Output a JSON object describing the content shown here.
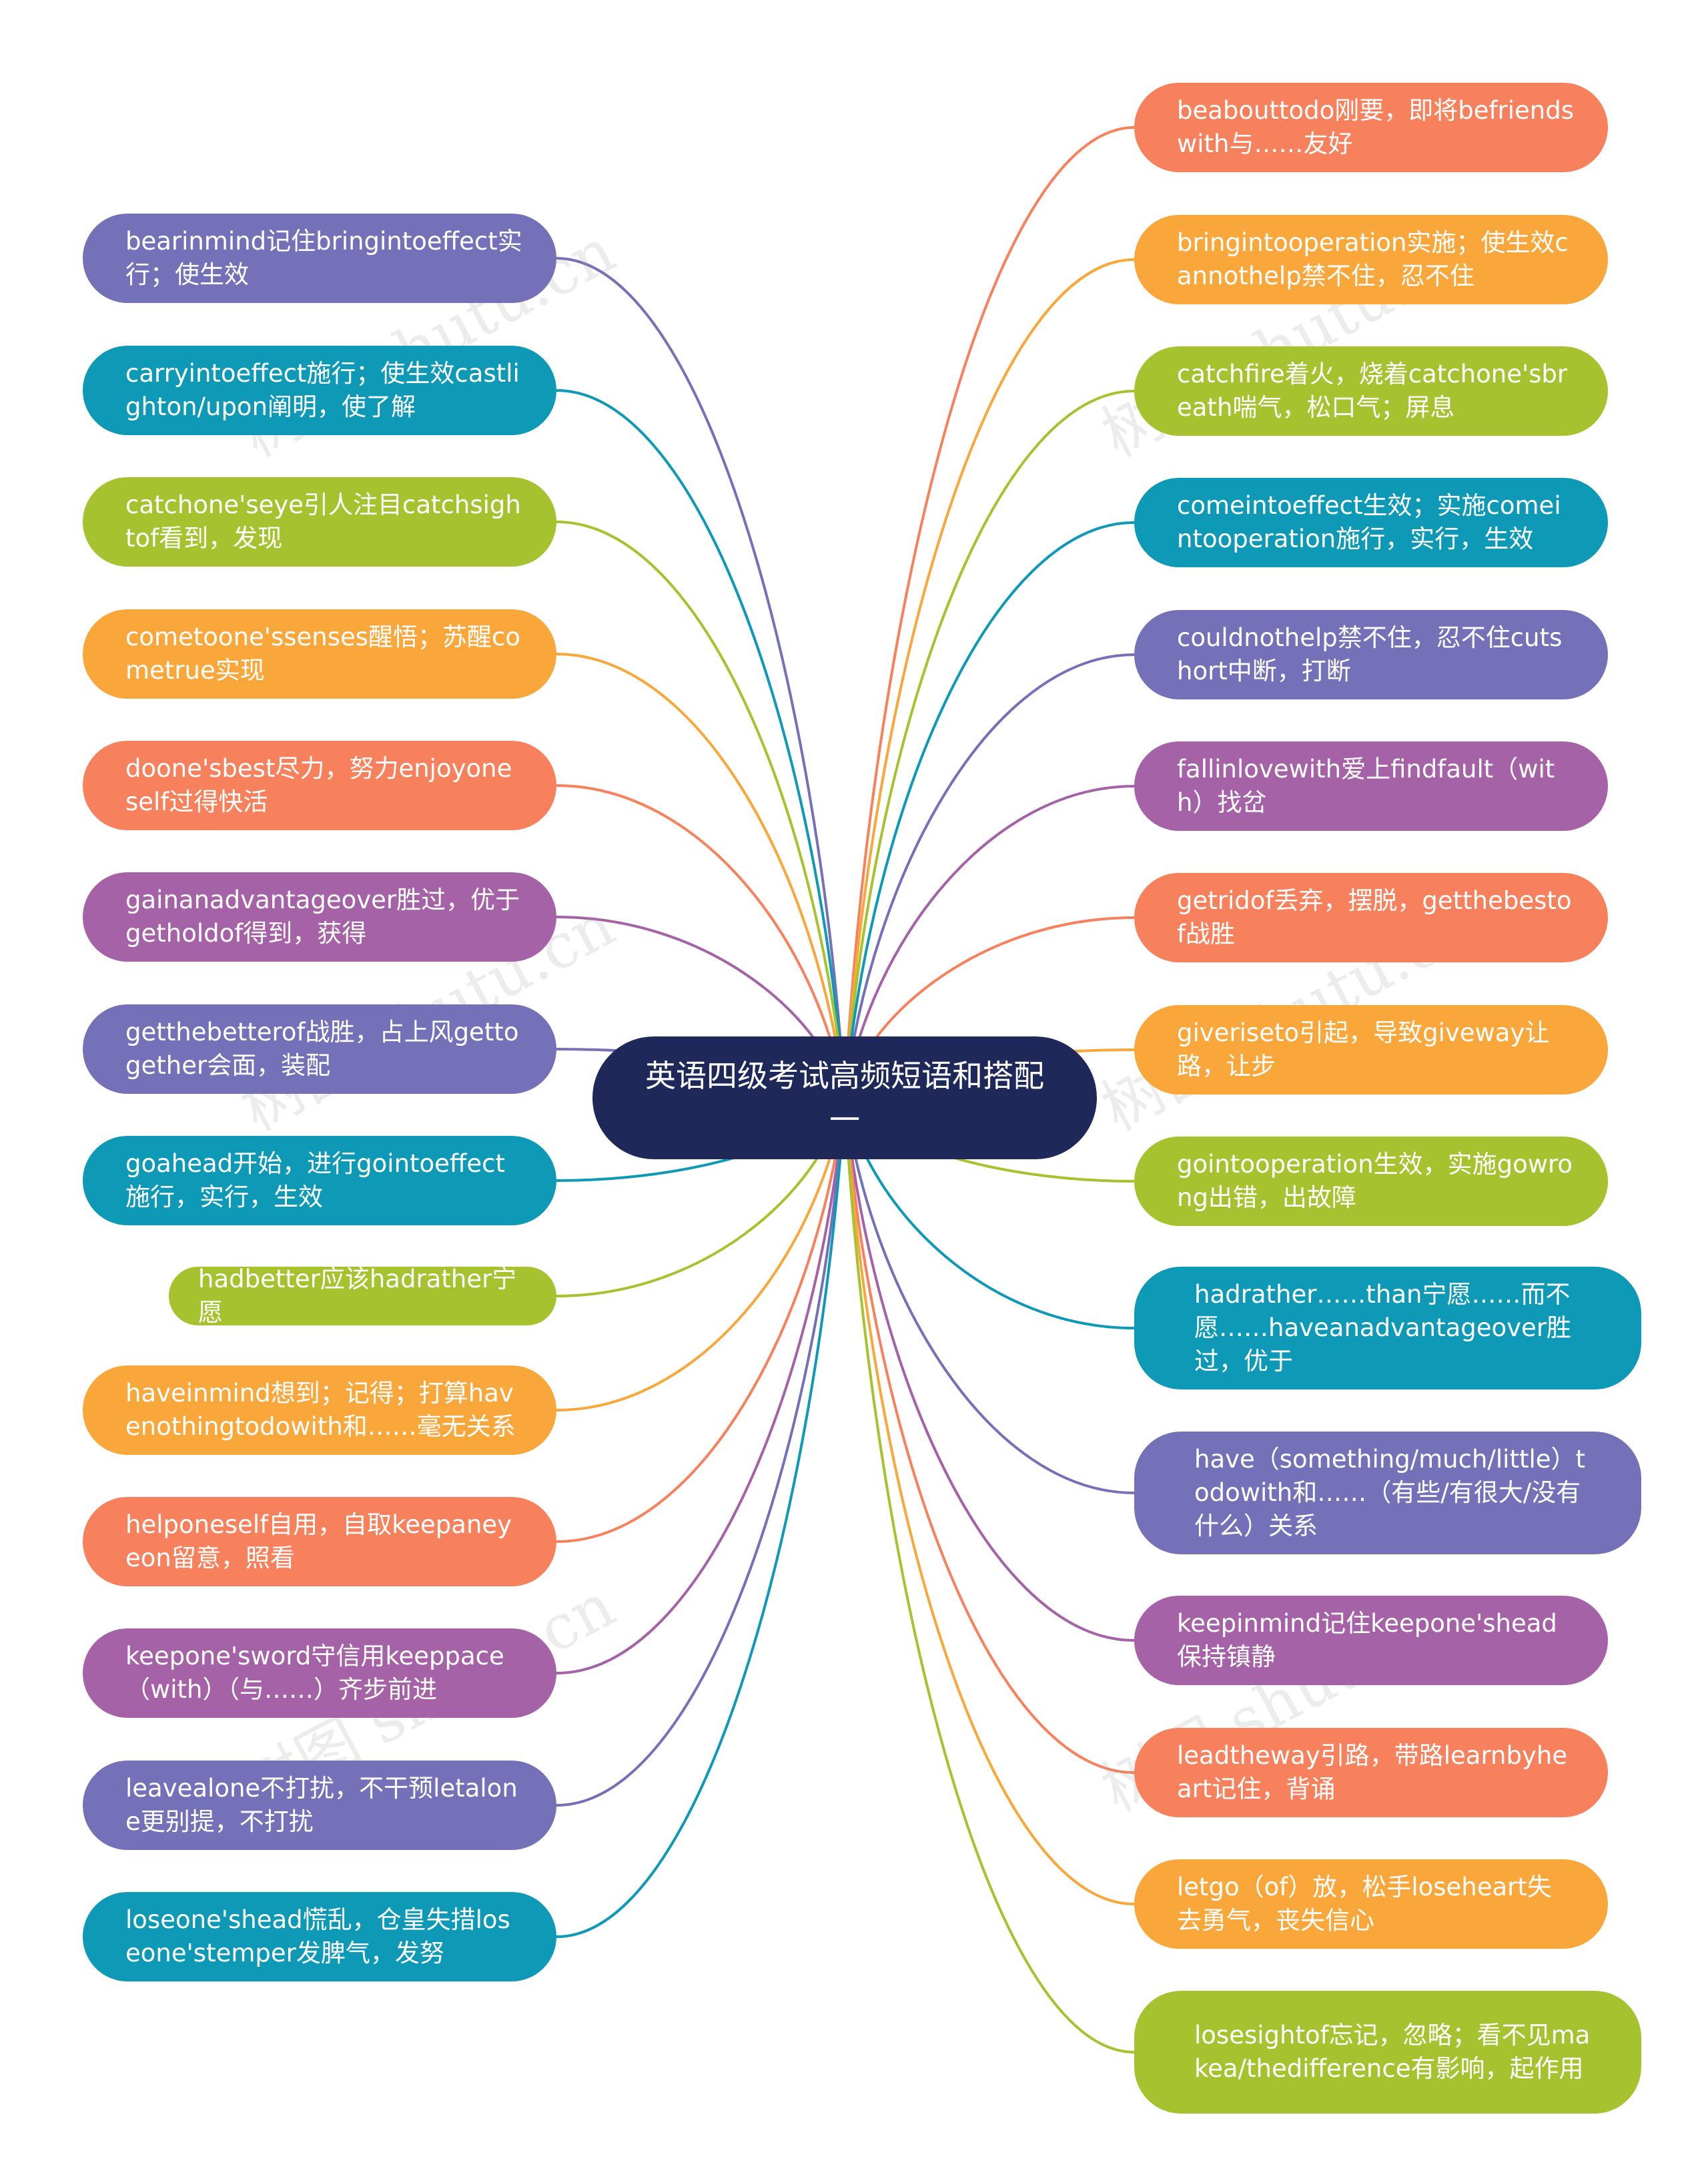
{
  "title": "英语四级考试高频短语和搭配一",
  "colors": {
    "root": "#1e2859",
    "purple": "#7471b9",
    "teal": "#0e9ab6",
    "lime": "#a7c22f",
    "orange": "#f9a73b",
    "coral": "#f6815c",
    "violet": "#a562a7"
  },
  "watermark": "树图 shutu.cn",
  "left_nodes": [
    {
      "text": "bearinmind记住bringintoeffect实行；使生效",
      "color": "purple"
    },
    {
      "text": "carryintoeffect施行；使生效castlighton/upon阐明，使了解",
      "color": "teal"
    },
    {
      "text": "catchone'seye引人注目catchsightof看到，发现",
      "color": "lime"
    },
    {
      "text": "cometoone'ssenses醒悟；苏醒cometrue实现",
      "color": "orange"
    },
    {
      "text": "doone'sbest尽力，努力enjoyoneself过得快活",
      "color": "coral"
    },
    {
      "text": "gainanadvantageover胜过，优于getholdof得到，获得",
      "color": "violet"
    },
    {
      "text": "getthebetterof战胜，占上风gettogether会面，装配",
      "color": "purple"
    },
    {
      "text": "goahead开始，进行gointoeffect施行，实行，生效",
      "color": "teal"
    },
    {
      "text": "hadbetter应该hadrather宁愿",
      "color": "lime"
    },
    {
      "text": "haveinmind想到；记得；打算havenothingtodowith和……毫无关系",
      "color": "orange"
    },
    {
      "text": "helponeself自用，自取keepaneyeon留意，照看",
      "color": "coral"
    },
    {
      "text": "keepone'sword守信用keeppace（with）（与……）齐步前进",
      "color": "violet"
    },
    {
      "text": "leavealone不打扰，不干预letalone更别提，不打扰",
      "color": "purple"
    },
    {
      "text": "loseone'shead慌乱，仓皇失措loseone'stemper发脾气，发努",
      "color": "teal"
    }
  ],
  "right_nodes": [
    {
      "text": "beabouttodo刚要，即将befriendswith与……友好",
      "color": "coral"
    },
    {
      "text": "bringintooperation实施；使生效cannothelp禁不住，忍不住",
      "color": "orange"
    },
    {
      "text": "catchfire着火，烧着catchone'sbreath喘气，松口气；屏息",
      "color": "lime"
    },
    {
      "text": "comeintoeffect生效；实施comeintooperation施行，实行，生效",
      "color": "teal"
    },
    {
      "text": "couldnothelp禁不住，忍不住cutshort中断，打断",
      "color": "purple"
    },
    {
      "text": "fallinlovewith爱上findfault（with）找岔",
      "color": "violet"
    },
    {
      "text": "getridof丢弃，摆脱，getthebestof战胜",
      "color": "coral"
    },
    {
      "text": "giveriseto引起，导致giveway让路，让步",
      "color": "orange"
    },
    {
      "text": "gointooperation生效，实施gowrong出错，出故障",
      "color": "lime"
    },
    {
      "text": "hadrather……than宁愿……而不愿……haveanadvantageover胜过，优于",
      "color": "teal"
    },
    {
      "text": "have（something/much/little）todowith和……（有些/有很大/没有什么）关系",
      "color": "purple"
    },
    {
      "text": "keepinmind记住keepone'shead保持镇静",
      "color": "violet"
    },
    {
      "text": "leadtheway引路，带路learnbyheart记住，背诵",
      "color": "coral"
    },
    {
      "text": "letgo（of）放，松手loseheart失去勇气，丧失信心",
      "color": "orange"
    },
    {
      "text": "losesightof忘记，忽略；看不见makea/thedifference有影响，起作用",
      "color": "lime"
    }
  ]
}
